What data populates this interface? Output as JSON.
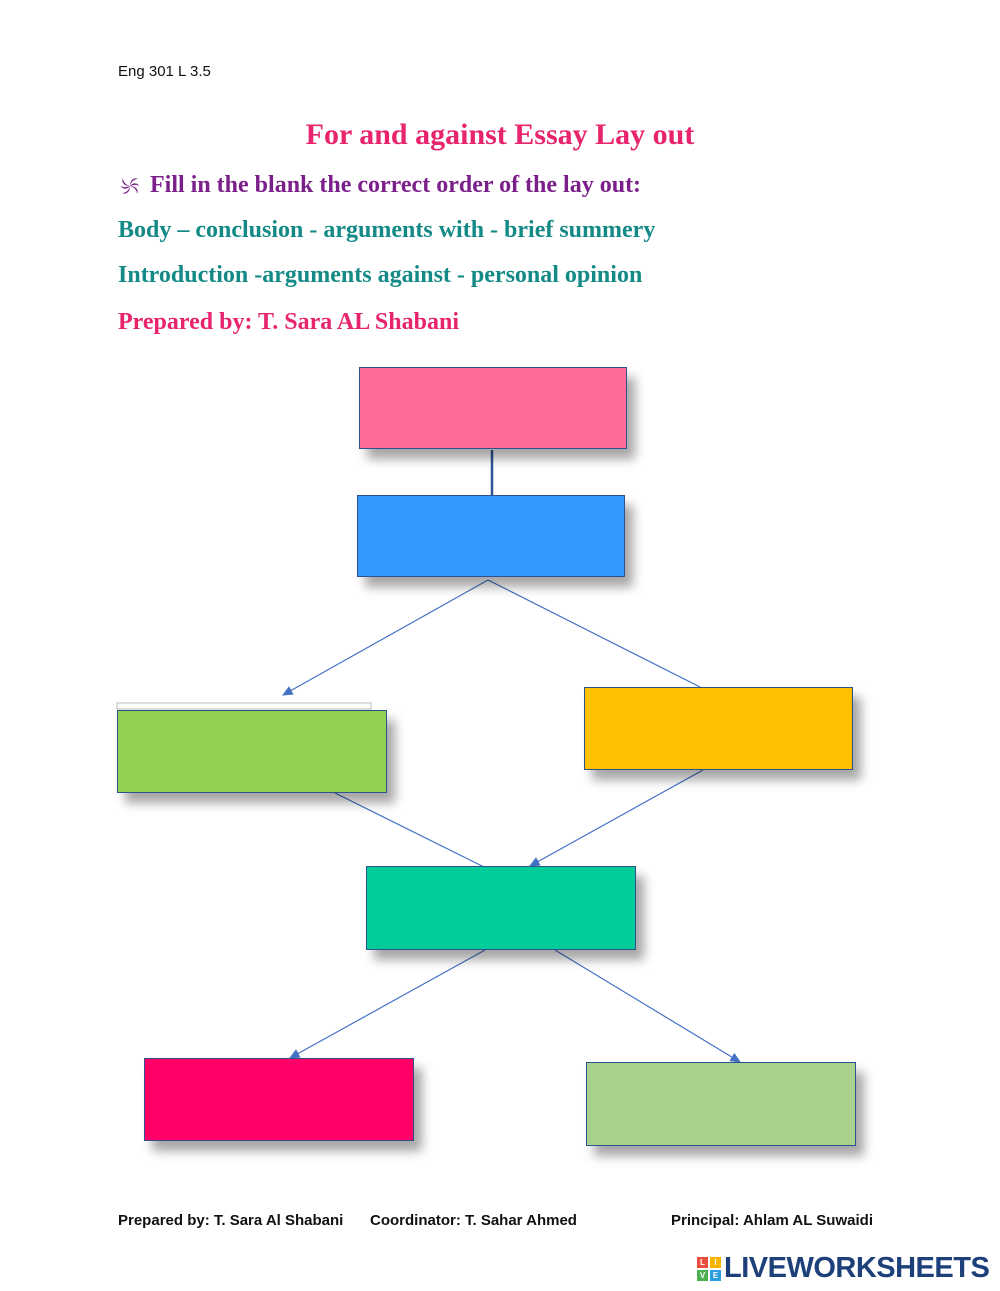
{
  "header": {
    "course": "Eng 301 L 3.5",
    "title": "For and against Essay Lay out"
  },
  "instruction": {
    "icon": "swirl-icon",
    "text": "Fill in the blank the correct order of the lay out:"
  },
  "word_bank": {
    "line1": "Body – conclusion - arguments with - brief summery",
    "line2": "Introduction -arguments against - personal opinion"
  },
  "prepared_top": "Prepared by: T. Sara AL Shabani",
  "boxes": {
    "box1": {
      "value": "",
      "color": "#ff6b98"
    },
    "box2": {
      "value": "",
      "color": "#3399ff"
    },
    "box3": {
      "value": "",
      "color": "#92d050"
    },
    "box4": {
      "value": "",
      "color": "#ffc000"
    },
    "box5": {
      "value": "",
      "color": "#00cc99"
    },
    "box6": {
      "value": "",
      "color": "#ff0066"
    },
    "box7": {
      "value": "",
      "color": "#a9d18e"
    }
  },
  "footer": {
    "prepared": "Prepared by: T. Sara Al Shabani",
    "coordinator": "Coordinator: T. Sahar Ahmed",
    "principal": "Principal: Ahlam AL Suwaidi"
  },
  "brand": {
    "name": "LIVEWORKSHEETS",
    "tiles": [
      "L",
      "I",
      "V",
      "E"
    ],
    "colors": [
      "#e94e3d",
      "#f7b500",
      "#4caf50",
      "#2d9cdb"
    ]
  }
}
